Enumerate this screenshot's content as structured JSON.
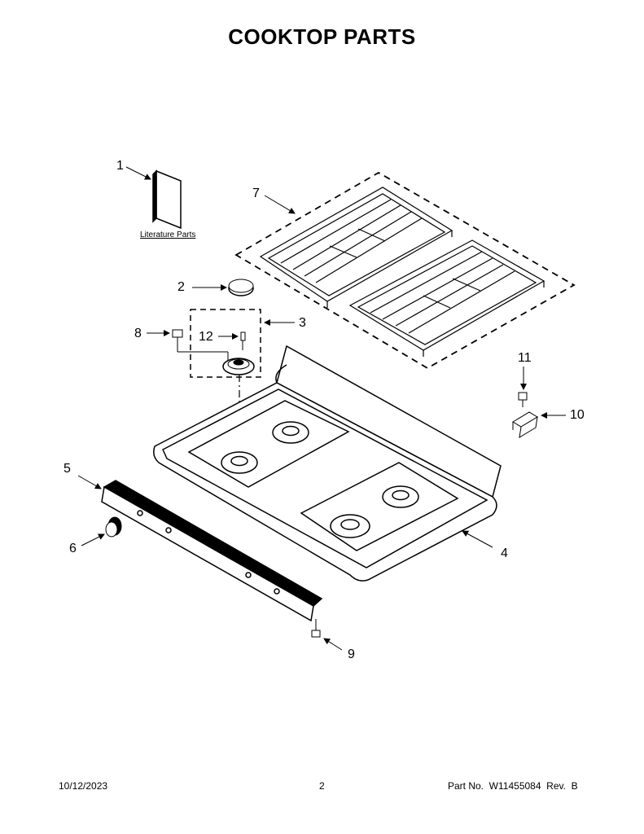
{
  "header": {
    "title": "COOKTOP  PARTS"
  },
  "callouts": {
    "c1": "1",
    "c2": "2",
    "c3": "3",
    "c4": "4",
    "c5": "5",
    "c6": "6",
    "c7": "7",
    "c8": "8",
    "c9": "9",
    "c10": "10",
    "c11": "11",
    "c12": "12"
  },
  "literature_label": "Literature Parts",
  "footer": {
    "date": "10/12/2023",
    "page": "2",
    "part": "Part No.  W11455084  Rev.  B"
  }
}
